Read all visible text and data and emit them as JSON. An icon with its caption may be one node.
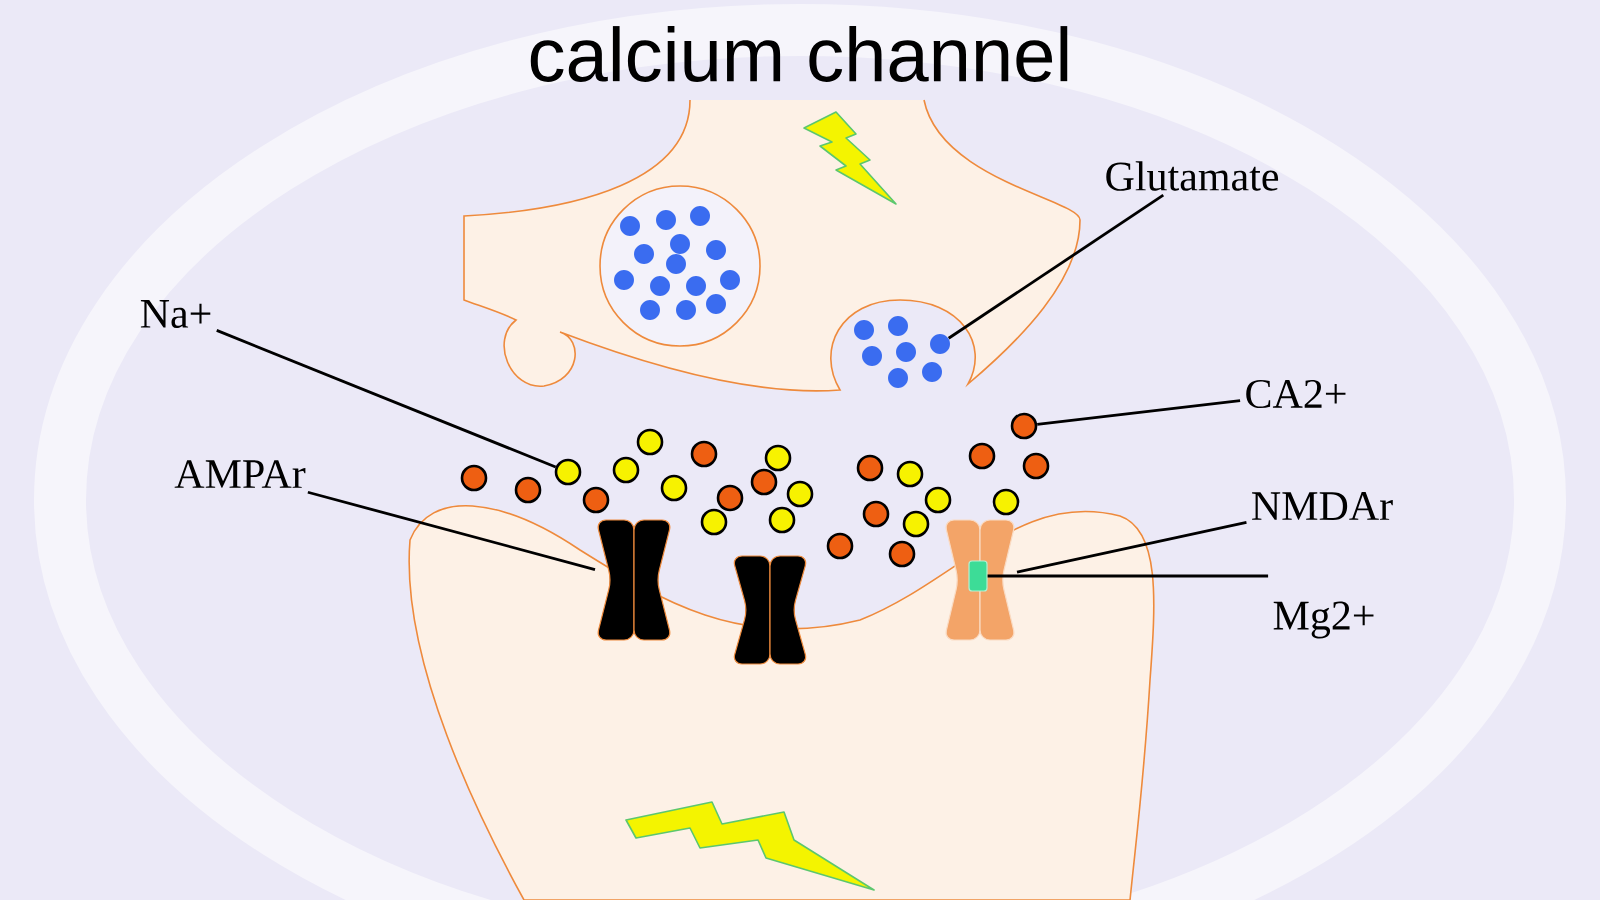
{
  "diagram": {
    "title": "calcium channel",
    "nodes": [
      {
        "text": [
          "Na+"
        ]
      },
      {
        "text": [
          "Glutamate"
        ]
      },
      {
        "text": [
          "CA2+"
        ]
      },
      {
        "text": [
          "AMPAr"
        ]
      },
      {
        "text": [
          "NMDAr"
        ]
      },
      {
        "text": [
          "Mg2+"
        ]
      },
      {
        "text": [],
        "shape": "circle"
      },
      {
        "text": [],
        "shape": "circle"
      },
      {
        "text": [],
        "shape": "circle"
      },
      {
        "text": [],
        "shape": "box"
      },
      {
        "text": [],
        "shape": "picture"
      },
      {
        "text": [],
        "shape": "box"
      },
      {
        "text": [],
        "shape": "circle"
      },
      {
        "text": [],
        "shape": "circle"
      },
      {
        "text": [],
        "shape": "circle"
      },
      {
        "text": [],
        "shape": "circle"
      },
      {
        "text": [],
        "shape": "circle"
      },
      {
        "text": [],
        "shape": "circle"
      },
      {
        "text": [],
        "shape": "circle"
      },
      {
        "text": [],
        "shape": "circle"
      },
      {
        "text": [],
        "shape": "circle"
      },
      {
        "text": [],
        "shape": "circle"
      },
      {
        "text": [],
        "shape": "circle"
      },
      {
        "text": [],
        "shape": "circle"
      },
      {
        "text": [],
        "shape": "circle"
      },
      {
        "text": [],
        "shape": "circle"
      },
      {
        "text": [],
        "shape": "circle"
      },
      {
        "text": [],
        "shape": "circle"
      },
      {
        "text": [],
        "shape": "circle"
      },
      {
        "text": [],
        "shape": "circle"
      },
      {
        "text": [],
        "shape": "circle"
      },
      {
        "text": [],
        "shape": "circle"
      },
      {
        "text": [],
        "shape": "circle"
      },
      {
        "text": [],
        "shape": "circle"
      },
      {
        "text": [],
        "shape": "circle"
      }
    ],
    "edges": [
      {
        "from": 0,
        "to": 6,
        "arrow": "none"
      },
      {
        "from": 1,
        "to": 7,
        "arrow": "none"
      },
      {
        "from": 2,
        "to": 8,
        "arrow": "none"
      },
      {
        "from": 3,
        "to": 9,
        "arrow": "none"
      },
      {
        "from": 4,
        "to": 10,
        "arrow": "none"
      },
      {
        "from": 5,
        "to": 11,
        "arrow": "none"
      }
    ]
  }
}
